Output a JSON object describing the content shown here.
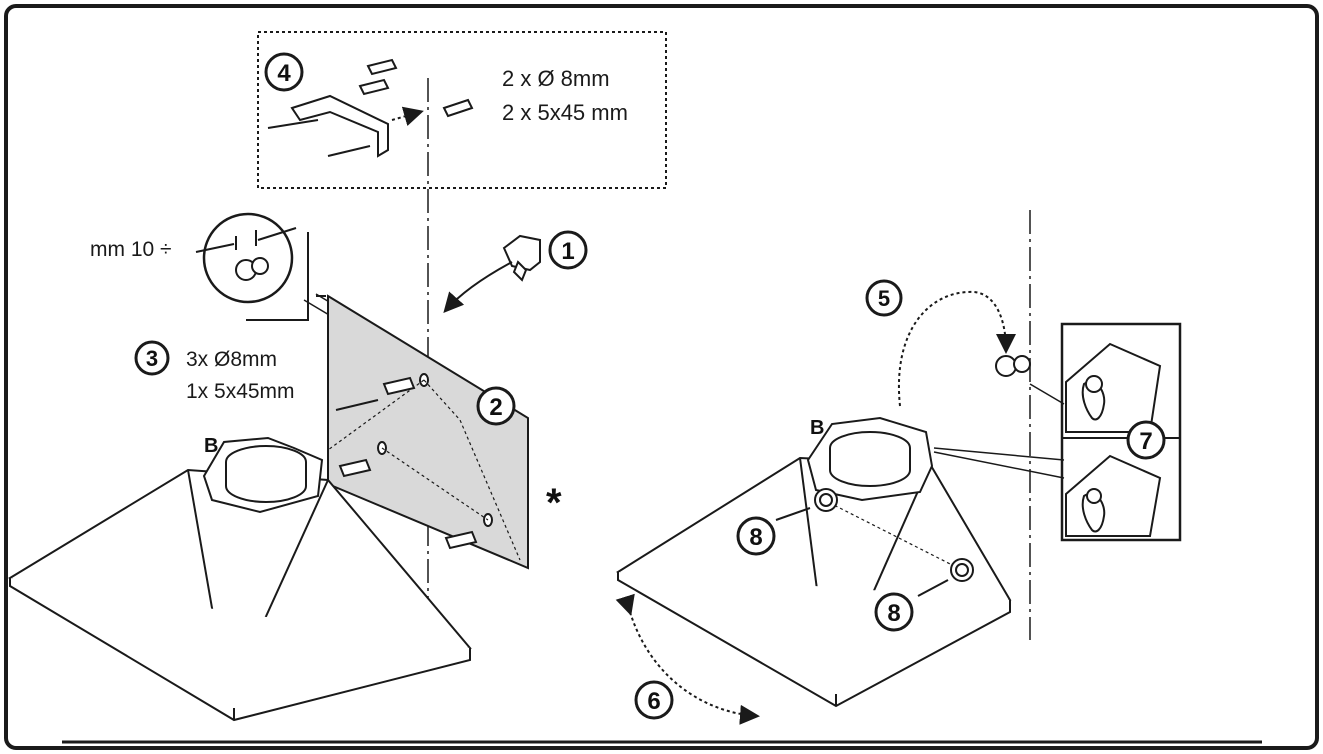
{
  "callouts": {
    "c1": "1",
    "c2": "2",
    "c3": "3",
    "c4": "4",
    "c5": "5",
    "c6": "6",
    "c7": "7",
    "c8a": "8",
    "c8b": "8"
  },
  "labels": {
    "step4_line1": "2 x Ø 8mm",
    "step4_line2": "2 x 5x45 mm",
    "step3_line1": "3x Ø8mm",
    "step3_line2": "1x 5x45mm",
    "gap": "mm 10 ÷",
    "outlet_left": "B",
    "outlet_right": "B",
    "asterisk": "*"
  },
  "colors": {
    "line": "#1a1a1a",
    "panel": "#d9d9d9",
    "hood": "#ffffff"
  }
}
